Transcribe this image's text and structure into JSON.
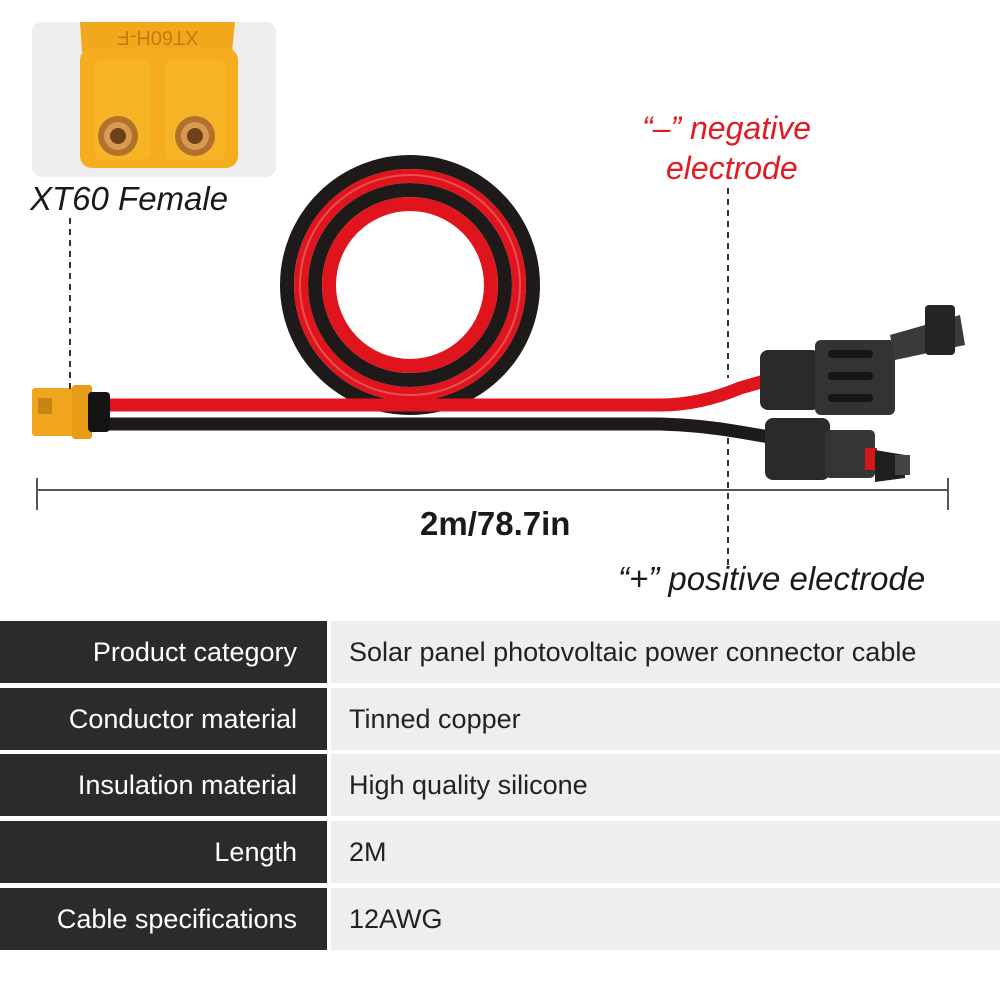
{
  "labels": {
    "connector_title": "XT60 Female",
    "connector_marking": "XT60H-F",
    "negative_line1": "“–” negative",
    "negative_line2": "electrode",
    "positive": "“+” positive electrode",
    "length": "2m/78.7in"
  },
  "specs": [
    {
      "key": "Product category",
      "value": "Solar panel photovoltaic power connector cable"
    },
    {
      "key": "Conductor material",
      "value": "Tinned copper"
    },
    {
      "key": "Insulation material",
      "value": "High quality silicone"
    },
    {
      "key": "Length",
      "value": "2M"
    },
    {
      "key": "Cable specifications",
      "value": "12AWG"
    }
  ],
  "colors": {
    "red_wire": "#e0141c",
    "black_wire": "#1f1a1a",
    "connector_yellow": "#f0a51c",
    "negative_text": "#e21b23",
    "table_dark": "#2b2b2b",
    "table_light": "#eeeeee"
  }
}
